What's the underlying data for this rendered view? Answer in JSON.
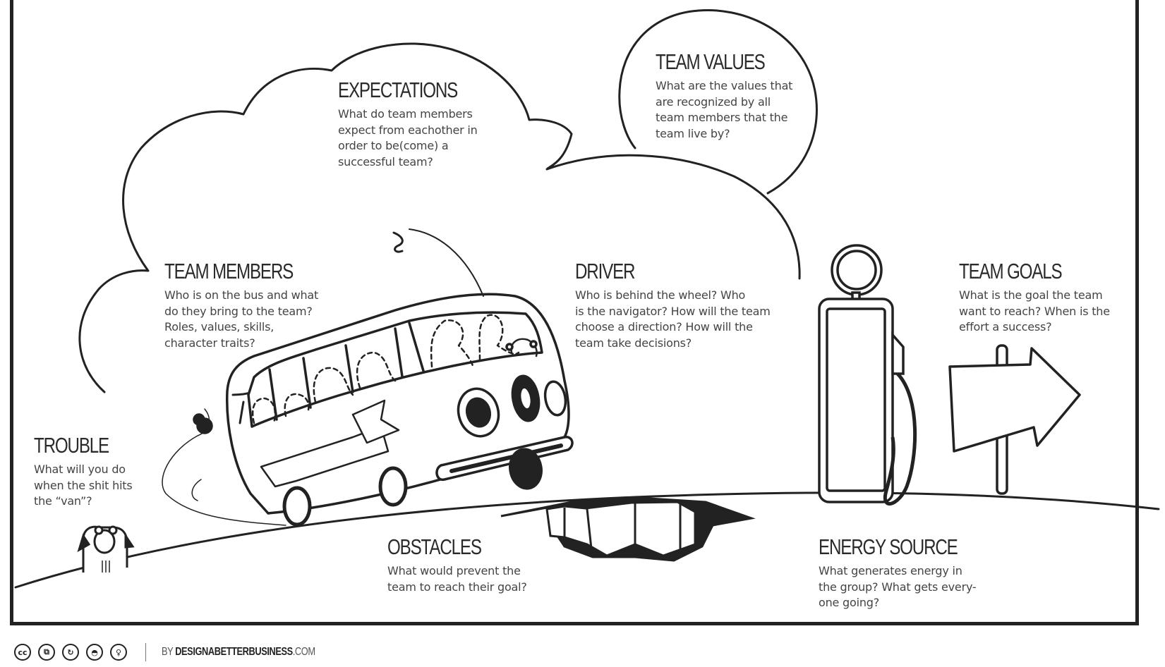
{
  "canvas": {
    "title": "Team Canvas — The Bus",
    "colors": {
      "ink": "#222222",
      "text": "#444444",
      "background": "#ffffff"
    }
  },
  "blocks": [
    {
      "id": "expectations",
      "title": "EXPECTATIONS",
      "lines": [
        "What do team members",
        "expect from eachother in",
        "order to be(come) a",
        "successful team?"
      ]
    },
    {
      "id": "team-values",
      "title": "TEAM VALUES",
      "lines": [
        "What are the values that",
        "are recognized by all",
        "team members that the",
        "team live by?"
      ]
    },
    {
      "id": "team-members",
      "title": "TEAM MEMBERS",
      "lines": [
        "Who is on the bus and what",
        "do they bring to the team?",
        "Roles, values, skills,",
        "character traits?"
      ]
    },
    {
      "id": "driver",
      "title": "DRIVER",
      "lines": [
        "Who is behind the wheel? Who",
        "is the navigator? How will the team",
        "choose a direction? How will the",
        "team take decisions?"
      ]
    },
    {
      "id": "team-goals",
      "title": "TEAM GOALS",
      "lines": [
        "What is the goal the team",
        "want to reach? When is the",
        "effort a success?"
      ]
    },
    {
      "id": "trouble",
      "title": "TROUBLE",
      "lines": [
        "What will you do",
        "when the shit hits",
        "the “van”?"
      ]
    },
    {
      "id": "obstacles",
      "title": "OBSTACLES",
      "lines": [
        "What would prevent the",
        "team to reach their goal?"
      ]
    },
    {
      "id": "energy-source",
      "title": "ENERGY SOURCE",
      "lines": [
        "What generates energy in",
        "the group? What gets every-",
        "one going?"
      ]
    }
  ],
  "footer": {
    "license_icons": [
      {
        "name": "cc-icon",
        "glyph": "cc"
      },
      {
        "name": "copy-icon",
        "glyph": "⧉"
      },
      {
        "name": "share-alike-icon",
        "glyph": "↻"
      },
      {
        "name": "remix-icon",
        "glyph": "◓"
      },
      {
        "name": "attribution-icon",
        "glyph": "♀"
      }
    ],
    "brand_prefix": "BY ",
    "brand_name": "DESIGNABETTERBUSINESS",
    "brand_suffix": ".COM"
  }
}
